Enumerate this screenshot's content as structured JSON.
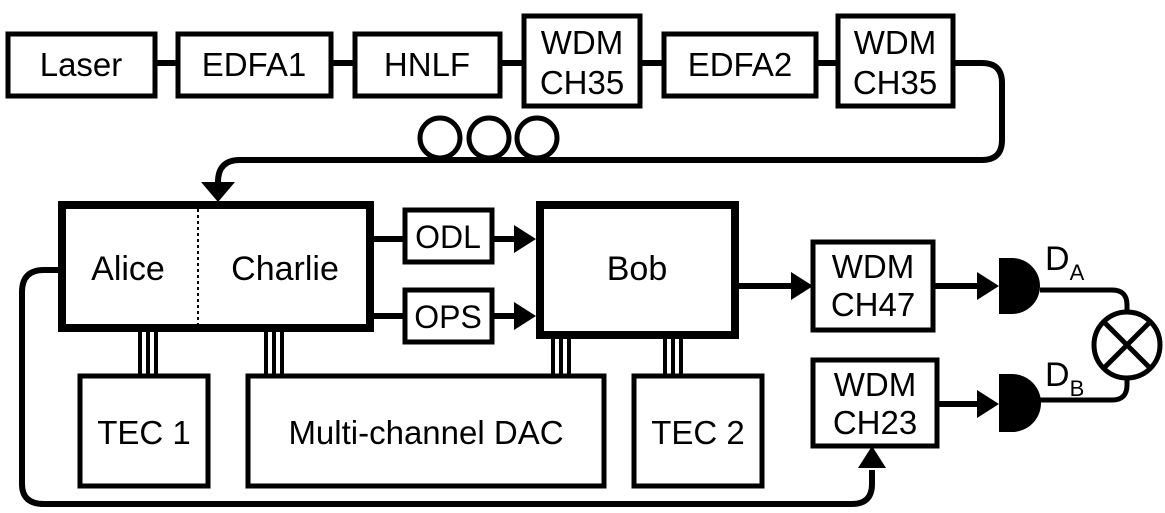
{
  "diagram": {
    "blocks": {
      "laser": "Laser",
      "edfa1": "EDFA1",
      "hnlf": "HNLF",
      "wdm_ch35_a": [
        "WDM",
        "CH35"
      ],
      "edfa2": "EDFA2",
      "wdm_ch35_b": [
        "WDM",
        "CH35"
      ],
      "alice": "Alice",
      "charlie": "Charlie",
      "odl": "ODL",
      "ops": "OPS",
      "bob": "Bob",
      "wdm_ch47": [
        "WDM",
        "CH47"
      ],
      "wdm_ch23": [
        "WDM",
        "CH23"
      ],
      "tec1": "TEC 1",
      "dac": "Multi-channel DAC",
      "tec2": "TEC 2"
    },
    "detectors": {
      "a": {
        "main": "D",
        "sub": "A"
      },
      "b": {
        "main": "D",
        "sub": "B"
      }
    },
    "colors": {
      "stroke": "#000000",
      "fill": "#ffffff"
    },
    "icons": {
      "fiber_spool": "fiber-spool-icon",
      "detector": "photodetector-icon",
      "mixer": "mixer-icon"
    }
  }
}
